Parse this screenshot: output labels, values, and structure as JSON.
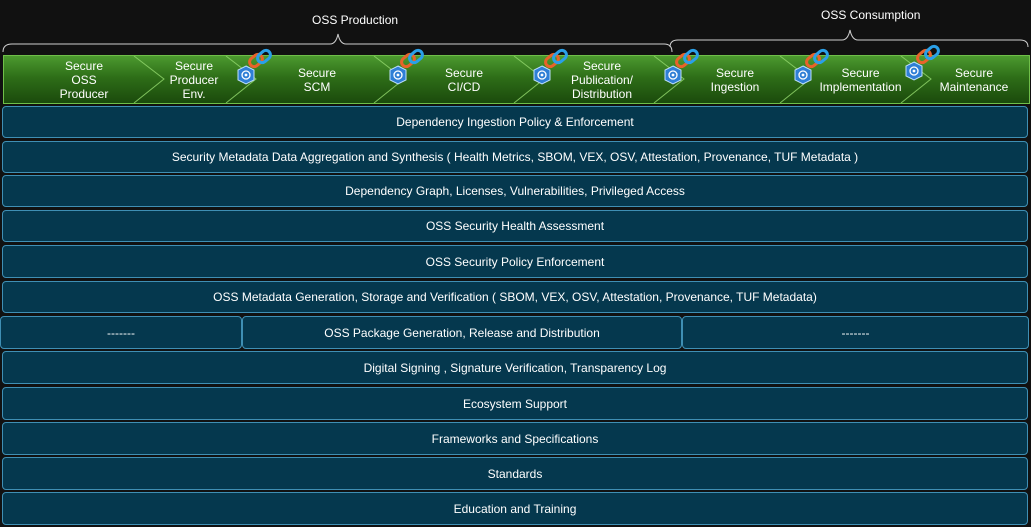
{
  "top_labels": {
    "production": "OSS Production",
    "consumption": "OSS Consumption"
  },
  "stages": [
    {
      "lines": [
        "Secure",
        "OSS",
        "Producer"
      ],
      "icon": false
    },
    {
      "lines": [
        "Secure",
        "Producer",
        "Env."
      ],
      "icon": false
    },
    {
      "lines": [
        "Secure",
        "SCM"
      ],
      "icon": true
    },
    {
      "lines": [
        "Secure",
        "CI/CD"
      ],
      "icon": true
    },
    {
      "lines": [
        "Secure",
        "Publication/",
        "Distribution"
      ],
      "icon": true
    },
    {
      "lines": [
        "Secure",
        "Ingestion"
      ],
      "icon": true
    },
    {
      "lines": [
        "Secure",
        "Implementation"
      ],
      "icon": true
    },
    {
      "lines": [
        "Secure",
        "Maintenance"
      ],
      "icon": true
    }
  ],
  "layers": {
    "dependency_ingestion": "Dependency Ingestion Policy & Enforcement",
    "metadata_aggregation": "Security Metadata Data Aggregation and Synthesis ( Health Metrics, SBOM, VEX, OSV,  Attestation, Provenance, TUF Metadata )",
    "dependency_graph": "Dependency Graph, Licenses, Vulnerabilities, Privileged Access",
    "health_assessment": "OSS Security Health Assessment",
    "policy_enforcement": "OSS Security Policy Enforcement",
    "metadata_generation": "OSS Metadata Generation, Storage and Verification ( SBOM, VEX, OSV,  Attestation, Provenance, TUF Metadata)",
    "package_left": "-------",
    "package_generation": "OSS Package Generation, Release and Distribution",
    "package_right": "-------",
    "digital_signing": "Digital Signing , Signature Verification, Transparency Log",
    "ecosystem_support": "Ecosystem Support",
    "frameworks": "Frameworks and Specifications",
    "standards": "Standards",
    "education": "Education and Training"
  },
  "colors": {
    "background": "#111111",
    "layer_fill": "#05384e",
    "layer_border": "#3f8fb4",
    "pipeline_green": "#2e6e18",
    "link_orange": "#e8632a",
    "link_blue": "#2aa0e8",
    "hex_blue": "#2f7fd6"
  }
}
